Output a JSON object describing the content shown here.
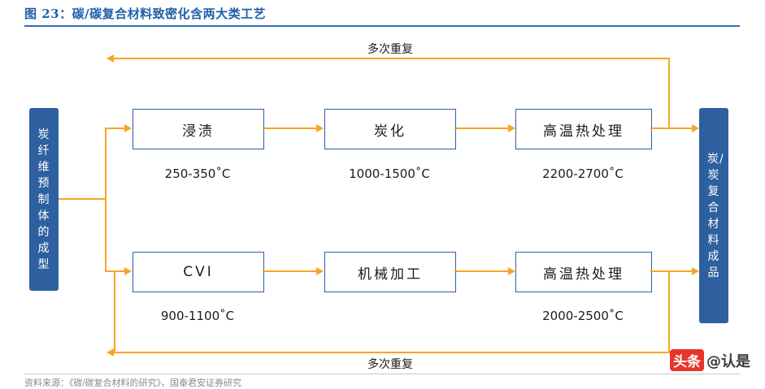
{
  "figure": {
    "title": "图 23：碳/碳复合材料致密化含两大类工艺",
    "source": "资料来源：《碳/碳复合材料的研究》，国泰君安证券研究"
  },
  "watermark": {
    "badge": "头条",
    "text": "@认是"
  },
  "nodes": {
    "start": "炭纤维预制体的成型",
    "end": "炭/炭复合材料成品",
    "top_row": [
      {
        "label": "浸渍",
        "temp": "250-350˚C"
      },
      {
        "label": "炭化",
        "temp": "1000-1500˚C"
      },
      {
        "label": "高温热处理",
        "temp": "2200-2700˚C"
      }
    ],
    "bottom_row": [
      {
        "label": "CVI",
        "temp": "900-1100˚C"
      },
      {
        "label": "机械加工",
        "temp": ""
      },
      {
        "label": "高温热处理",
        "temp": "2000-2500˚C"
      }
    ]
  },
  "loops": {
    "top": "多次重复",
    "bottom": "多次重复"
  },
  "colors": {
    "title_blue": "#1f5fa8",
    "node_blue": "#2e5f9e",
    "arrow_orange": "#f5a623",
    "badge_red": "#e8352b"
  }
}
